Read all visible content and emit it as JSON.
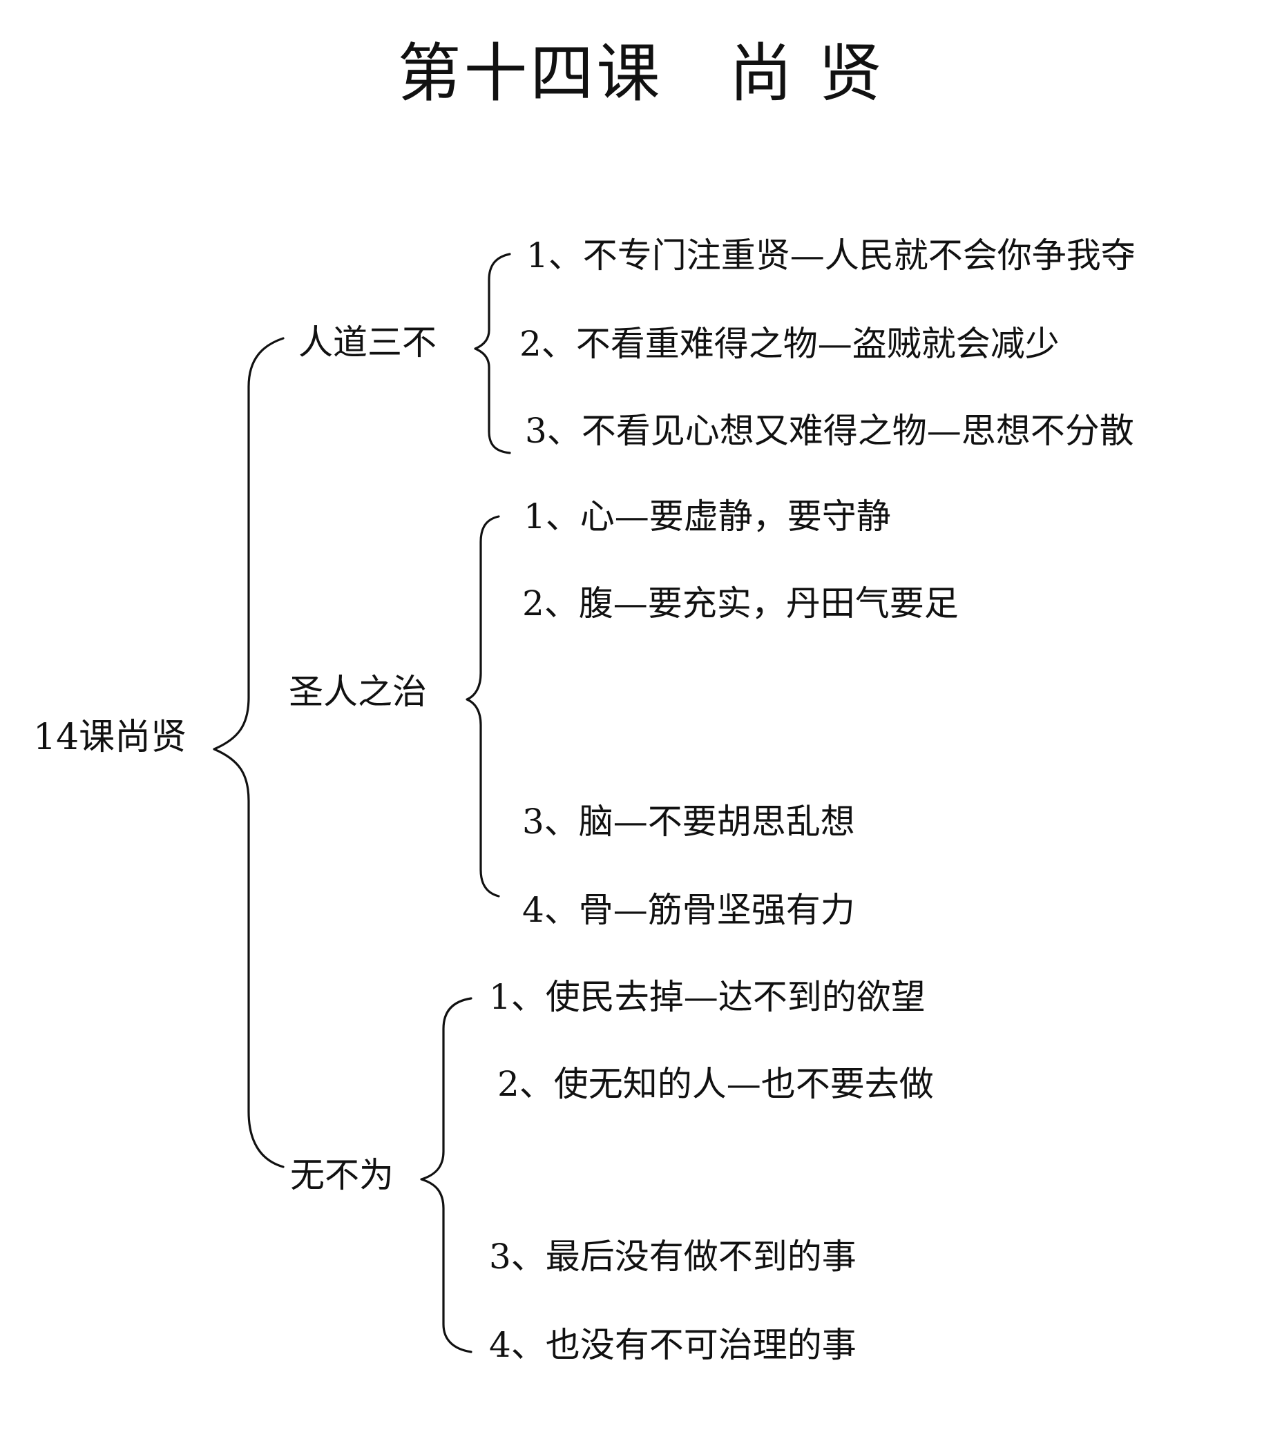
{
  "title": "第十四课　尚 贤",
  "root": {
    "label": "14课尚贤"
  },
  "branches": [
    {
      "label": "人道三不",
      "items": [
        "1、不专门注重贤—人民就不会你争我夺",
        "2、不看重难得之物—盗贼就会减少",
        "3、不看见心想又难得之物—思想不分散"
      ]
    },
    {
      "label": "圣人之治",
      "items": [
        "1、心—要虚静，要守静",
        "2、腹—要充实，丹田气要足",
        "3、脑—不要胡思乱想",
        "4、骨—筋骨坚强有力"
      ]
    },
    {
      "label": "无不为",
      "items": [
        "1、使民去掉—达不到的欲望",
        "2、使无知的人—也不要去做",
        "3、最后没有做不到的事",
        "4、也没有不可治理的事"
      ]
    }
  ]
}
